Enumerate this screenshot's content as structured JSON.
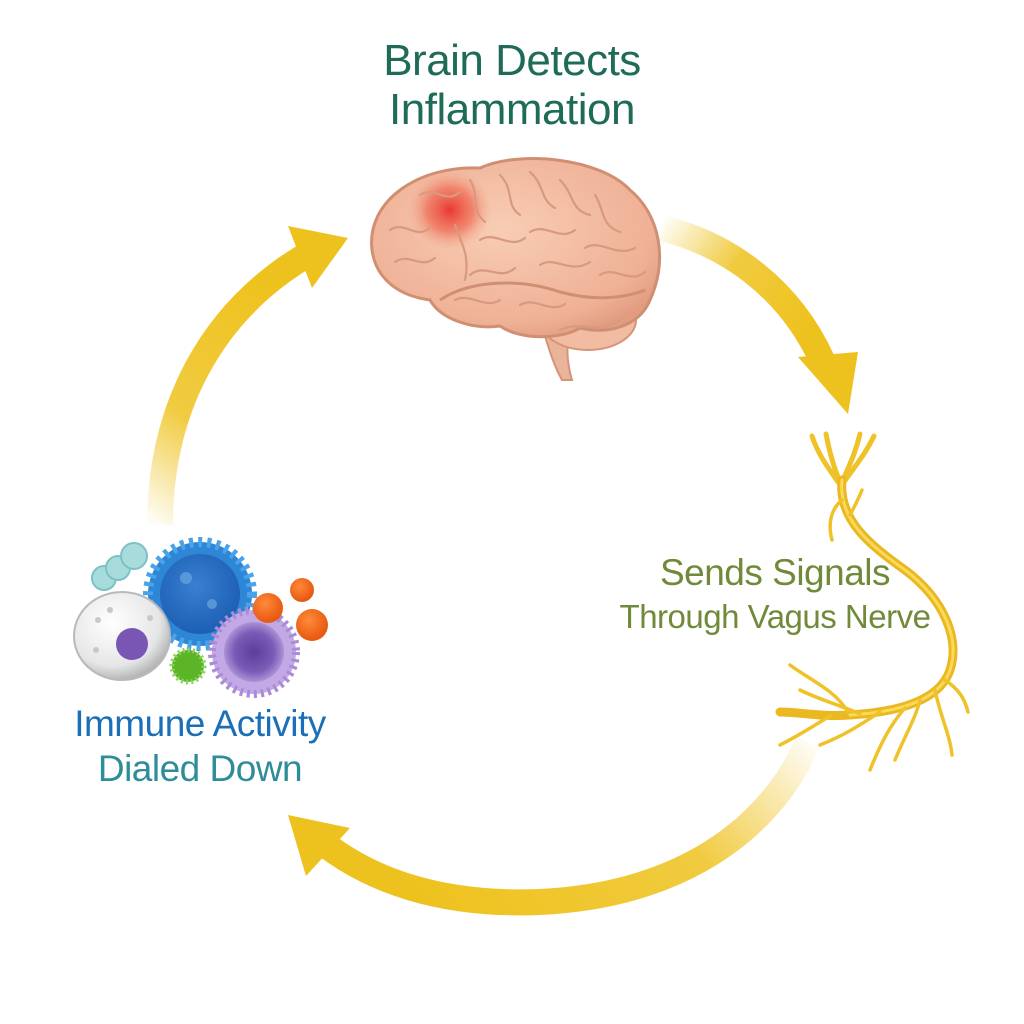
{
  "diagram": {
    "type": "cycle",
    "steps": [
      {
        "id": "brain",
        "title_lines": [
          "Brain Detects",
          "Inflammation"
        ],
        "illustration": "brain-icon"
      },
      {
        "id": "vagus",
        "title_lines": [
          "Sends Signals",
          "Through Vagus Nerve"
        ],
        "illustration": "vagus-nerve-icon"
      },
      {
        "id": "immune",
        "title_lines": [
          "Immune Activity",
          "Dialed Down"
        ],
        "illustration": "immune-cells-icon"
      }
    ],
    "flow": [
      "brain -> vagus",
      "vagus -> immune",
      "immune -> brain"
    ]
  },
  "colors": {
    "arrow": "#eec21e",
    "brain_title": "#1f6b5a",
    "vagus_title": "#718a3a",
    "immune_title_line1": "#1a6fb8",
    "immune_title_line2": "#2f8c99",
    "brain_tissue": "#f2bba0",
    "inflammation": "#e8312a",
    "nerve": "#f0c22a"
  }
}
